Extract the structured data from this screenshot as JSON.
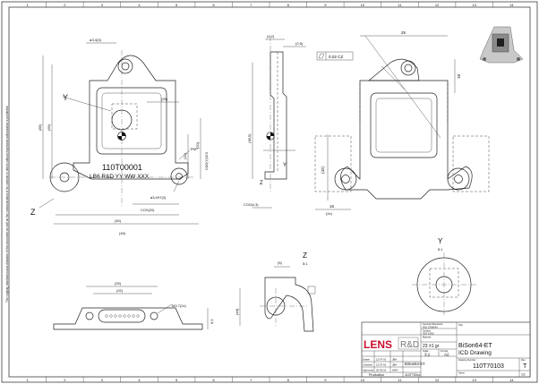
{
  "border": {
    "columns": [
      "1",
      "2",
      "3",
      "4",
      "5",
      "6",
      "7",
      "8",
      "9",
      "10",
      "11",
      "12",
      "13",
      "14"
    ]
  },
  "notice_text": "The copying, distribution and utilization of this document as well as the communication of its contents to others without expressed authorization is prohibited.",
  "front_view": {
    "dims": {
      "hole_top": "ø3,4(3)",
      "height_85": "(85)",
      "height_69": "(69)",
      "w25": "(25)",
      "h20": "(20)",
      "cog_y": "COG(Y)15,5",
      "h20b": "(20)",
      "trip": "TRIP",
      "hole_right": "ø3,4H7(3)",
      "cog_x": "COG(20)",
      "w40": "(40)",
      "w49": "(49)"
    },
    "label_y": "Y",
    "label_z": "Z",
    "marking_line1": "110T00001",
    "marking_line2": "LB6 R&D    YY WW XXX"
  },
  "side_view": {
    "dims": {
      "t2": "(2,2)",
      "t25": "(2,5)",
      "h38": "(38,5)",
      "y": "Y",
      "z": "Z",
      "cog": "COG(4,3)"
    }
  },
  "top_view": {
    "dims": {
      "w25": "25",
      "h18": "18",
      "tol": "0,02 CZ",
      "h42": "(42)",
      "w16": "16",
      "w16b": "(2x)"
    }
  },
  "bottom_view": {
    "dims": {
      "w29": "(29)",
      "w22": "(22)",
      "m": "M3 7(2x)",
      "h6": "6,5"
    }
  },
  "detail_z": {
    "label": "Z",
    "scale": "5:1",
    "dim_top": "(5)",
    "dim_left": "(ø4)"
  },
  "detail_y": {
    "label": "Y",
    "scale": "5:1"
  },
  "title_block": {
    "logo_lens": "LENS",
    "logo_rd": "R&D",
    "general_tolerances_label": "General Tolerances",
    "general_tolerances": "ISO 2768-fH",
    "surface_label": "Surface",
    "surface_std": "ISO 1302",
    "material_label": "Material",
    "weight": "23 ±1 gr",
    "scale_label": "Scale",
    "scale": "3:1",
    "format_label": "Format",
    "format": "A2",
    "title_label": "Title",
    "title_line1": "BiSon64-ET",
    "title_line2": "ICD Drawing",
    "drawing_number_label": "Drawing Number",
    "drawing_number": "110T70103",
    "revision_label": "Rev",
    "revision": "T",
    "sheet_label": "Sheet",
    "sheet": "1/1",
    "row_labels": [
      "Drawn",
      "Checked",
      "Approved"
    ],
    "dates": [
      "12-07-16",
      "12-07-16",
      "26-02-16"
    ],
    "names": [
      "JBH",
      "JBH",
      "HWV"
    ],
    "status": "Production",
    "part_number": "110T700xx",
    "part_name": "BiSon64-ET"
  }
}
